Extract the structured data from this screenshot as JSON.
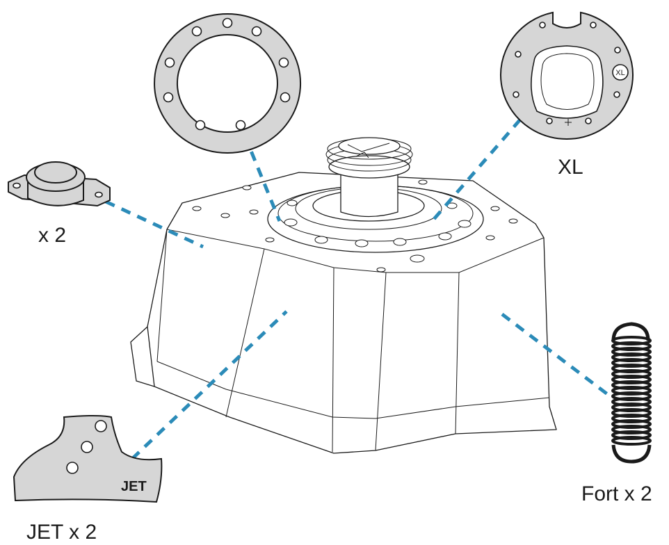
{
  "labels": {
    "bump_stop": "x 2",
    "xl_plate": "XL",
    "jet_plate": "JET x 2",
    "jet_stamp": "JET",
    "xl_stamp": "XL",
    "spring": "Fort x 2"
  },
  "colors": {
    "connector_dash": "#2b8bb8",
    "part_fill": "#d6d6d6",
    "outline": "#1a1a1a",
    "background": "#ffffff"
  }
}
